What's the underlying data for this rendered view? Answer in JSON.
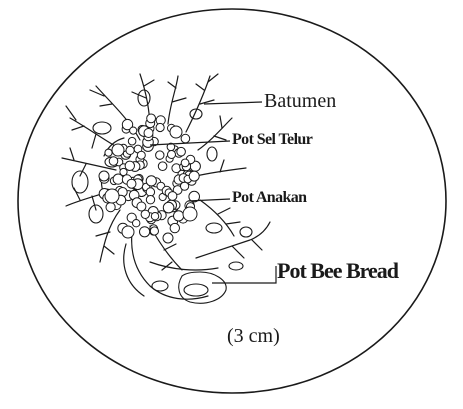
{
  "labels": {
    "batumen": "Batumen",
    "pot_sel_telur": "Pot Sel Telur",
    "pot_anakan": "Pot Anakan",
    "pot_bee_bread": "Pot Bee Bread",
    "scale": "(3 cm)"
  },
  "colors": {
    "ink": "#1a1a1a",
    "background": "#ffffff"
  }
}
